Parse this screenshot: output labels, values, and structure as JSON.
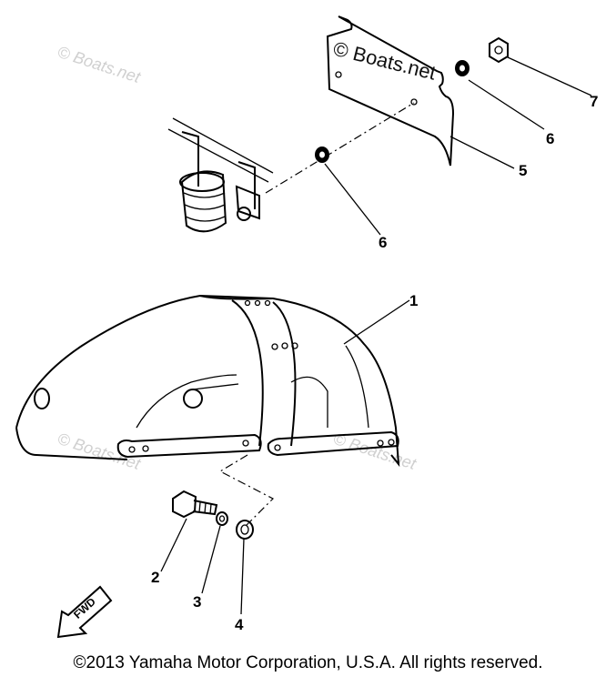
{
  "watermarks": {
    "top_left": "© Boats.net",
    "plate": "© Boats.net",
    "mid_left": "© Boats.net",
    "mid_center": "© Boats.net"
  },
  "callouts": {
    "fender": "1",
    "bolt": "2",
    "washer": "3",
    "collar": "4",
    "plate": "5",
    "washer_upper": "6",
    "washer_lower": "6",
    "nut": "7"
  },
  "fwd_label": "FWD",
  "copyright": "©2013 Yamaha Motor Corporation, U.S.A. All rights reserved."
}
